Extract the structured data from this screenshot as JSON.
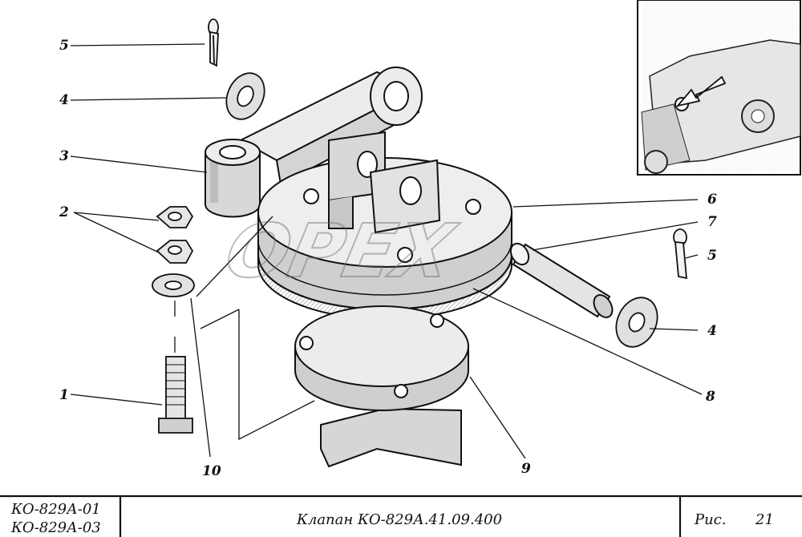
{
  "callouts": {
    "c1": "1",
    "c2": "2",
    "c3": "3",
    "c4a": "4",
    "c4b": "4",
    "c5a": "5",
    "c5b": "5",
    "c6": "6",
    "c7": "7",
    "c8": "8",
    "c9": "9",
    "c10": "10"
  },
  "watermark": "OPEX",
  "title_block": {
    "model_line_1": "КО-829А-01",
    "model_line_2": "КО-829А-03",
    "title": "Клапан КО-829А.41.09.400",
    "fig_label": "Рис.",
    "fig_number": "21"
  },
  "colors": {
    "ink": "#111111",
    "paper": "#ffffff",
    "watermark": "#8a8a8a"
  }
}
